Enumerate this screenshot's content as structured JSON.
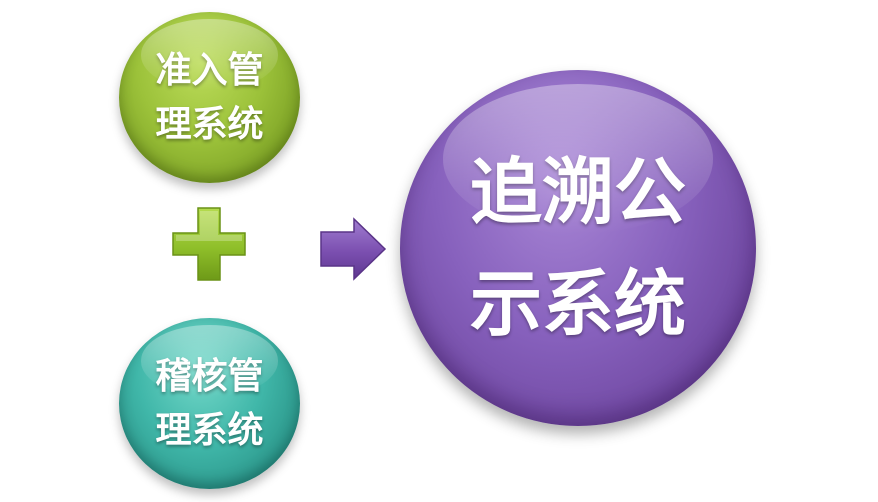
{
  "diagram": {
    "admission_system": {
      "line1": "准入管",
      "line2": "理系统",
      "color": "#9cc23a"
    },
    "audit_system": {
      "line1": "稽核管",
      "line2": "理系统",
      "color": "#40b7a9"
    },
    "traceability_system": {
      "line1": "追溯公",
      "line2": "示系统",
      "color": "#8761bd"
    },
    "plus_icon": "plus-icon",
    "arrow_icon": "arrow-right-icon",
    "plus_color": "#8fbf2a",
    "arrow_color": "#7b4fb0"
  }
}
